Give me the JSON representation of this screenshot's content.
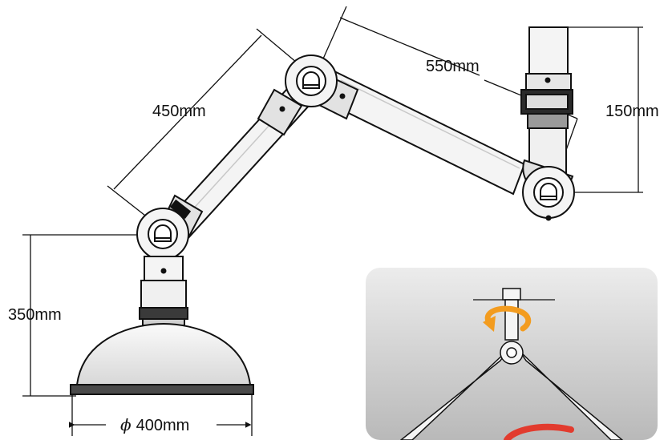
{
  "dimensions": {
    "upper_arm_length": "550mm",
    "lower_arm_length": "450mm",
    "ceiling_mount_height": "150mm",
    "hood_height": "350mm",
    "hood_diameter_symbol": "ϕ",
    "hood_diameter": "400mm"
  },
  "colors": {
    "line": "#111111",
    "metal_light": "#f4f4f4",
    "metal_mid": "#cfcfcf",
    "metal_dark": "#7a7a7a",
    "inset_bg_top": "#ececec",
    "inset_bg_bottom": "#b9b9b9",
    "rotation_arrow": "#f39c1f",
    "rotation_arrow_red": "#e23b2e"
  },
  "icons": {
    "joint": "swivel-joint-icon",
    "rotation": "rotation-arrow-icon"
  }
}
